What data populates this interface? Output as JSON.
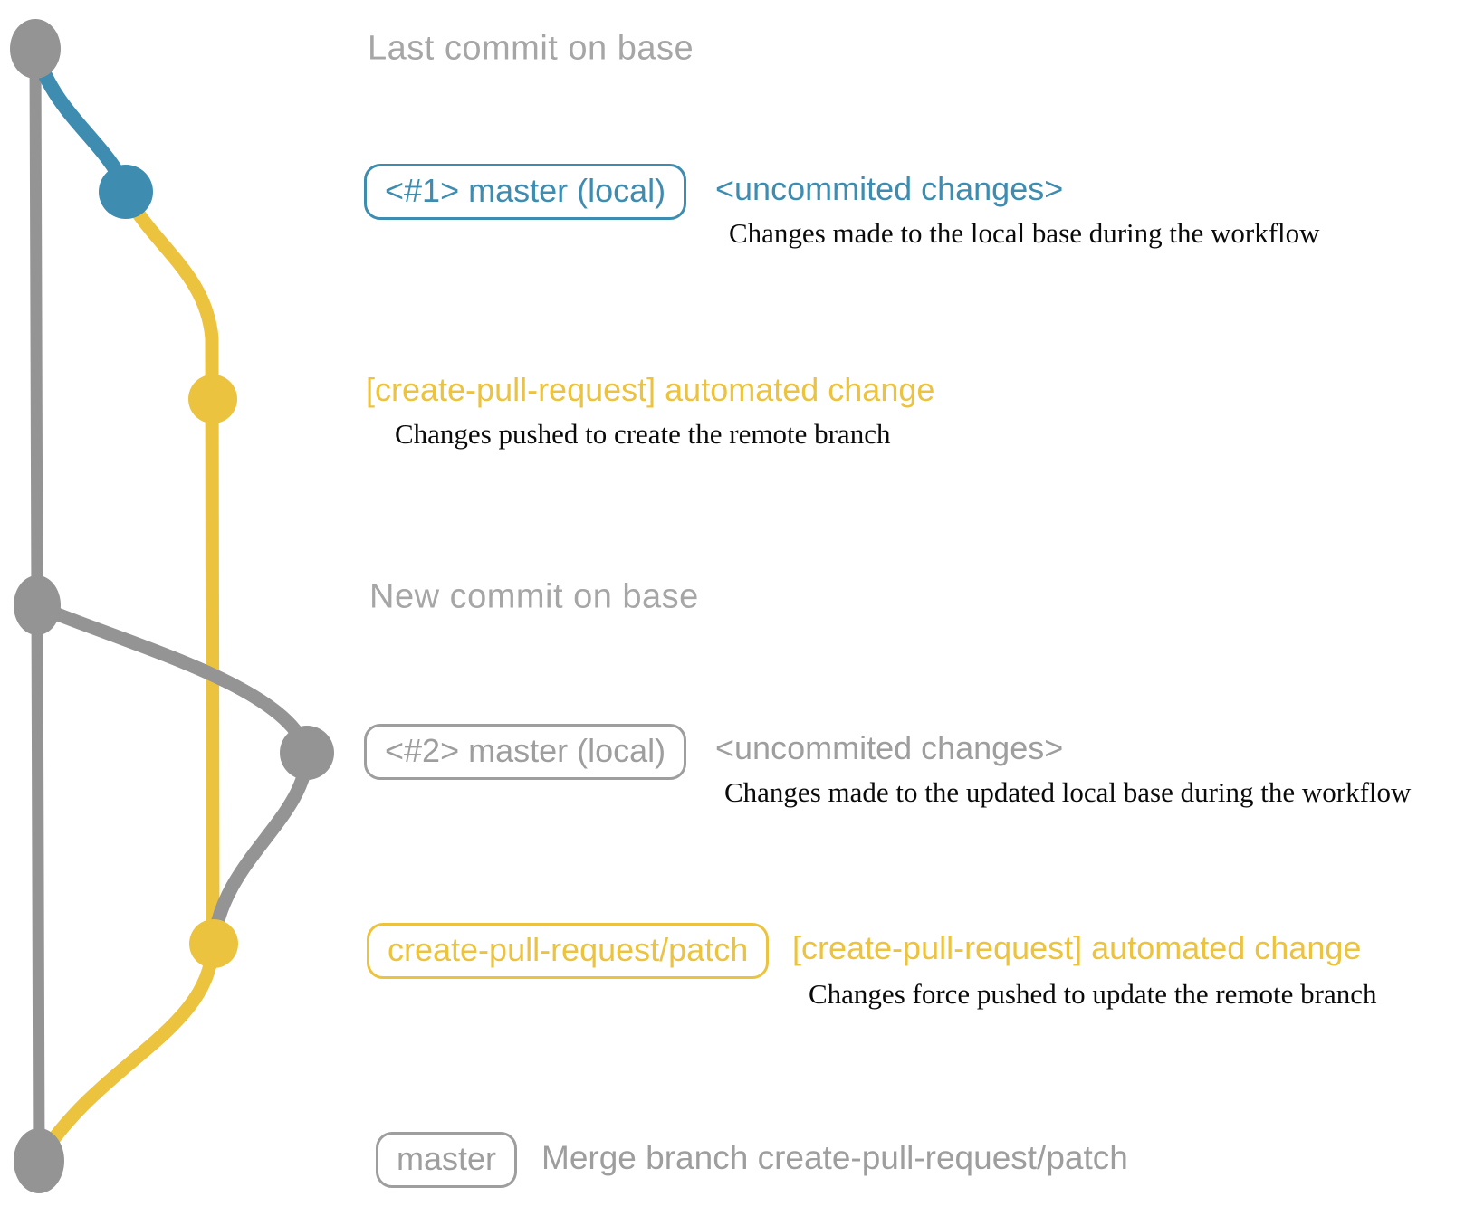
{
  "colors": {
    "gray_line": "#949494",
    "blue": "#3e8cb0",
    "yellow": "#ecc33f",
    "header_gray": "#a6a6a6",
    "label_gray": "#9e9e9e",
    "desc_color": "#0a0a0a"
  },
  "rows": {
    "last_commit": {
      "label": "Last commit on base"
    },
    "commit1": {
      "badge": "<#1> master (local)",
      "side": "<uncommited changes>",
      "description": "Changes made to the local base during the workflow"
    },
    "push1": {
      "label": "[create-pull-request] automated change",
      "description": "Changes pushed to create the remote branch"
    },
    "new_commit": {
      "label": "New commit on base"
    },
    "commit2": {
      "badge": "<#2> master (local)",
      "side": "<uncommited changes>",
      "description": "Changes made to the updated local base during the workflow"
    },
    "push2": {
      "badge": "create-pull-request/patch",
      "side": "[create-pull-request] automated change",
      "description": "Changes force pushed to update the remote branch"
    },
    "merge": {
      "badge": "master",
      "side": "Merge branch create-pull-request/patch"
    }
  }
}
